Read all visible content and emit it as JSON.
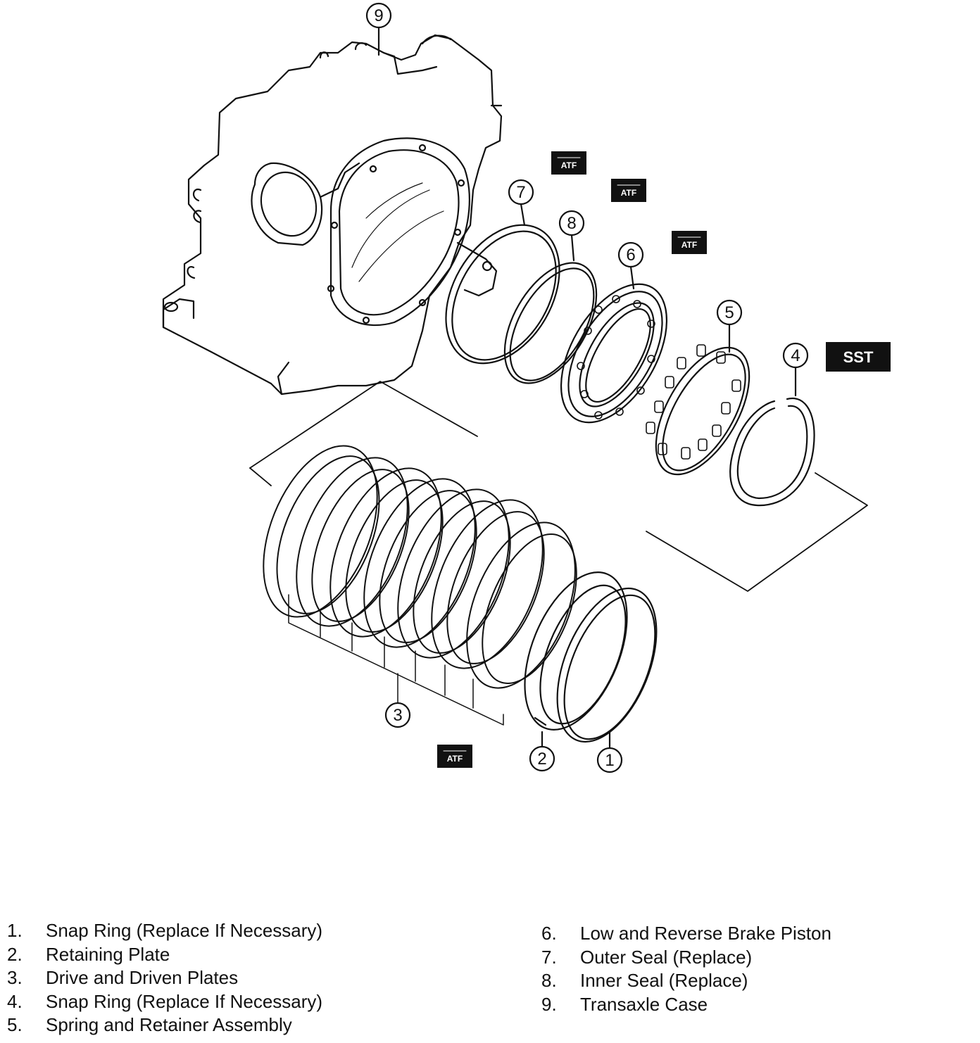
{
  "callouts": [
    "1",
    "2",
    "3",
    "4",
    "5",
    "6",
    "7",
    "8",
    "9"
  ],
  "badges": {
    "atf": "ATF",
    "sst": "SST"
  },
  "legend": {
    "left": [
      {
        "num": "1.",
        "text": "Snap Ring (Replace If Necessary)"
      },
      {
        "num": "2.",
        "text": "Retaining Plate"
      },
      {
        "num": "3.",
        "text": "Drive and Driven Plates"
      },
      {
        "num": "4.",
        "text": "Snap Ring (Replace If Necessary)"
      },
      {
        "num": "5.",
        "text": "Spring and Retainer Assembly"
      }
    ],
    "right": [
      {
        "num": "6.",
        "text": "Low and Reverse Brake Piston"
      },
      {
        "num": "7.",
        "text": "Outer Seal (Replace)"
      },
      {
        "num": "8.",
        "text": "Inner Seal (Replace)"
      },
      {
        "num": "9.",
        "text": "Transaxle Case"
      }
    ]
  }
}
